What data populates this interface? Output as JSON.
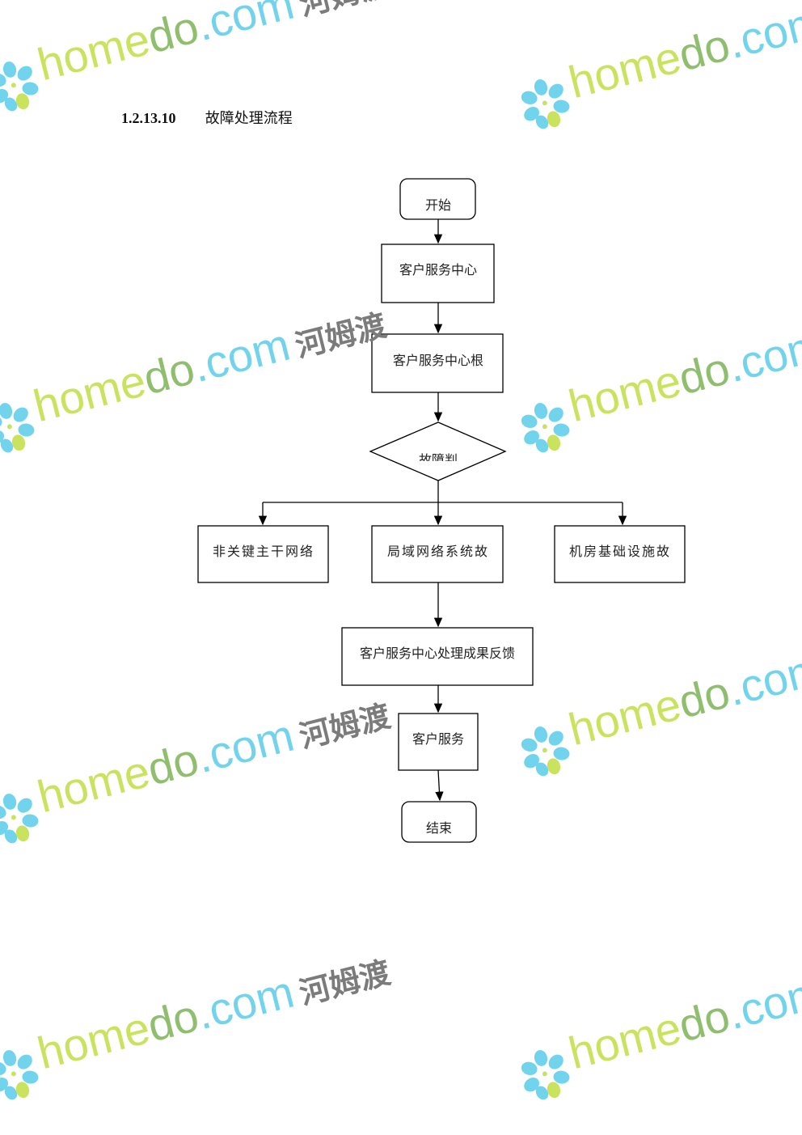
{
  "heading": {
    "number": "1.2.13.10",
    "title": "故障处理流程"
  },
  "flowchart": {
    "start": "开始",
    "step1": "客户服务中心",
    "step2": "客户服务中心根",
    "decision": "故障判",
    "branch_left": "非关键主干网络",
    "branch_middle": "局域网络系统故",
    "branch_right": "机房基础设施故",
    "feedback": "客户服务中心处理成果反馈",
    "service": "客户服务",
    "end": "结束"
  },
  "watermark": {
    "home": "home",
    "do": "do",
    "com": ".com",
    "cn": "河姆渡"
  },
  "colors": {
    "flower_blue": "#72d3ec",
    "flower_green": "#c9e35e",
    "wm_gray": "#7b7b7b"
  }
}
